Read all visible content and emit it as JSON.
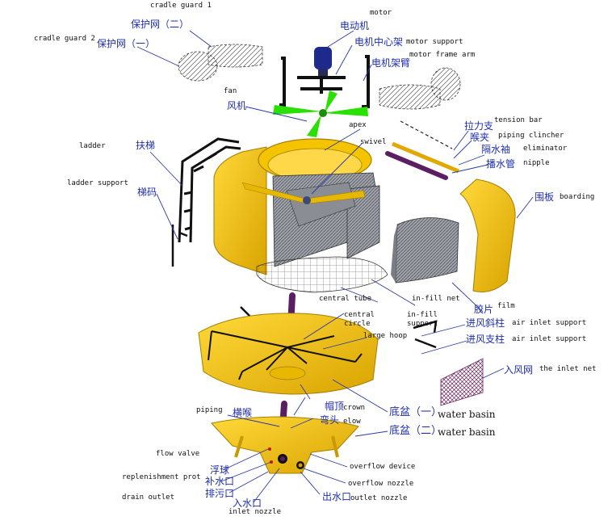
{
  "colors": {
    "yellow": "#f4c400",
    "yellow_dark": "#c99a00",
    "green": "#29e000",
    "purple": "#5a1e62",
    "fill_gray": "#9ea2a8",
    "leader": "#2a3aa8",
    "label_cn": "#1f2fb0",
    "label_en": "#111111"
  },
  "labels": {
    "cradle_guard_1": "cradle guard  1",
    "baohuwang_2": "保护网（二）",
    "cradle_guard_2": "cradle guard 2",
    "baohuwang_1": "保护网（一）",
    "motor_en": "motor",
    "motor_cn": "电动机",
    "motor_support_cn": "电机中心架",
    "motor_support_en": "motor support",
    "motor_frame_arm_en": "motor frame arm",
    "motor_frame_arm_cn": "电机架臂",
    "fan_en": "fan",
    "fan_cn": "风机",
    "tension_bar_en": "tension bar",
    "tension_bar_cn": "拉力支",
    "apex_en": "apex",
    "piping_clincher_en": "piping clincher",
    "piping_clincher_cn": "喉夹",
    "ladder_en": "ladder",
    "ladder_cn": "扶梯",
    "swivel_en": "swivel",
    "eliminator_cn": "隔水袖",
    "eliminator_en": "eliminator",
    "nipple_cn": "播水管",
    "nipple_en": "nipple",
    "ladder_support_en": "ladder support",
    "ladder_support_cn": "梯码",
    "boarding_cn": "围板",
    "boarding_en": "boarding",
    "infill_net_en": "in-fill net",
    "central_tube_en": "central tube",
    "infill_support_en": "in-fill\nsupport",
    "film_cn": "胶片",
    "film_en": "film",
    "central_circle_en": "central\ncircle",
    "air_inlet_support_cn_1": "进风斜柱",
    "air_inlet_support_en_1": "air inlet support",
    "large_hoop_en": "large hoop",
    "air_inlet_support_cn_2": "进风支柱",
    "air_inlet_support_en_2": "air  inlet support",
    "inlet_net_cn": "入风网",
    "inlet_net_en": "the inlet net",
    "crown_cn": "帽顶",
    "crown_en": "crown",
    "water_basin_1_cn": "底盆（一）",
    "water_basin_1_en": "water basin",
    "piping_en": "piping",
    "piping_cn": "横喉",
    "elbow_cn": "弯头",
    "elbow_en": "elow",
    "water_basin_2_cn": "底盆（二）",
    "water_basin_2_en": "water basin",
    "flow_valve_en": "flow valve",
    "float_cn": "浮球",
    "replenishment_cn": "补水口",
    "replenishment_en": "replenishment prot",
    "overflow_device_en": "overflow device",
    "drain_cn": "排污口",
    "overflow_nozzle_en": "overflow nozzle",
    "drain_outlet_en": "drain outlet",
    "inlet_nozzle_cn": "入水口",
    "outlet_nozzle_cn": "出水口",
    "outlet_nozzle_en": "outlet nozzle",
    "inlet_nozzle_en": "inlet nozzle"
  }
}
